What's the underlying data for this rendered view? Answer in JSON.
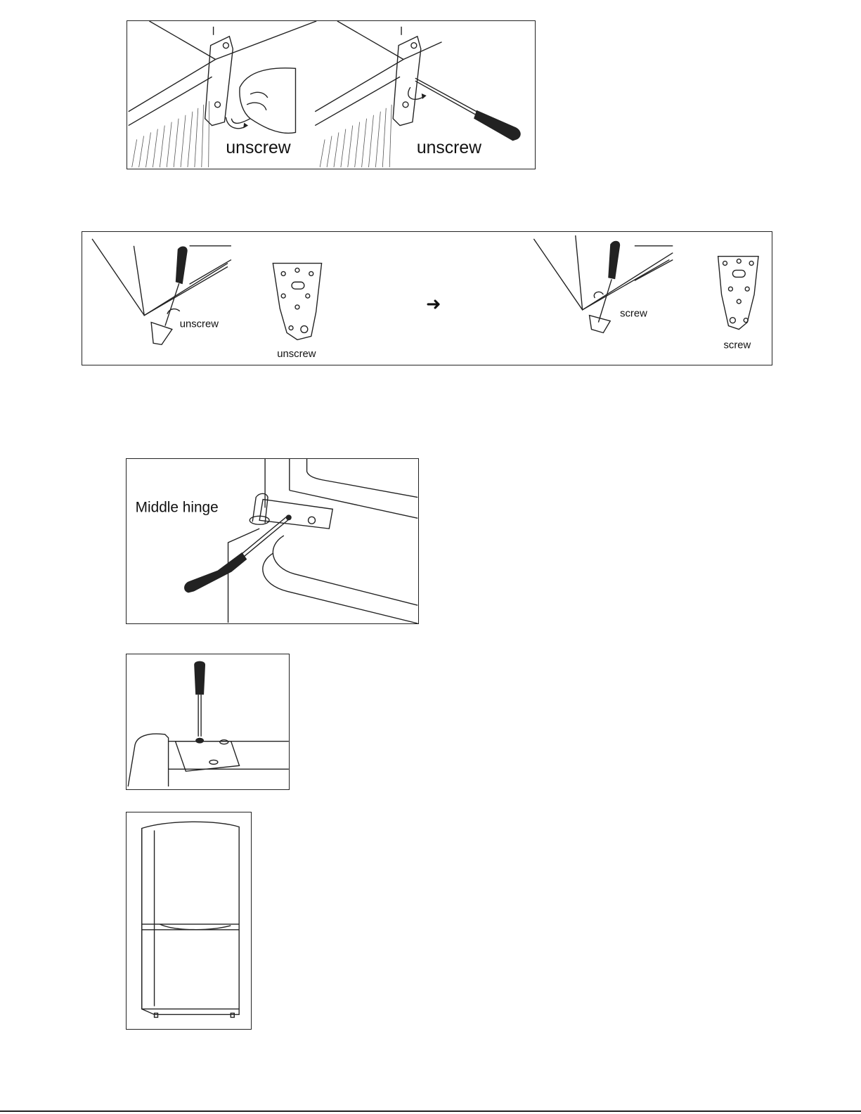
{
  "figure1": {
    "left_label": "unscrew",
    "right_label": "unscrew"
  },
  "figure2": {
    "label_1": "unscrew",
    "label_2": "unscrew",
    "arrow": "➜",
    "label_3": "screw",
    "label_4": "screw"
  },
  "figure3": {
    "label": "Middle hinge"
  },
  "icons": [
    "hand-icon",
    "screwdriver-icon",
    "hinge-bracket-icon",
    "refrigerator-icon",
    "arrow-right-icon"
  ]
}
